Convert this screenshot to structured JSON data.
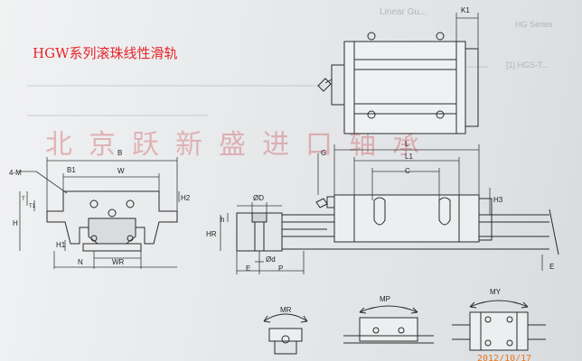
{
  "title": "HGW系列滚珠线性滑轨",
  "watermark": "北京跃新盛进口轴承",
  "bleed_through": {
    "top_right_1": "Linear Gu...",
    "top_right_2": "HG Series",
    "top_right_3": "[1] HGS-T..."
  },
  "date_stamp": "2012/10/17",
  "labels": {
    "k1": "K1",
    "b1": "B1",
    "b": "B",
    "w": "W",
    "m4": "4-M",
    "t": "T",
    "t1": "T1",
    "h": "H",
    "h1": "H1",
    "h2": "H2",
    "n": "N",
    "wr": "WR",
    "dd": "ØD",
    "h_small": "h",
    "hr": "HR",
    "d": "Ød",
    "e": "E",
    "p": "P",
    "g": "G",
    "l": "L",
    "l1": "L1",
    "c": "C",
    "h3": "H3",
    "e_right": "E",
    "mr": "MR",
    "mp": "MP",
    "my": "MY"
  },
  "colors": {
    "title": "#e8242a",
    "watermark": "#c41e25",
    "stamp": "#e8761b",
    "line": "#2a2a2a",
    "dim": "#3b3b3b"
  }
}
